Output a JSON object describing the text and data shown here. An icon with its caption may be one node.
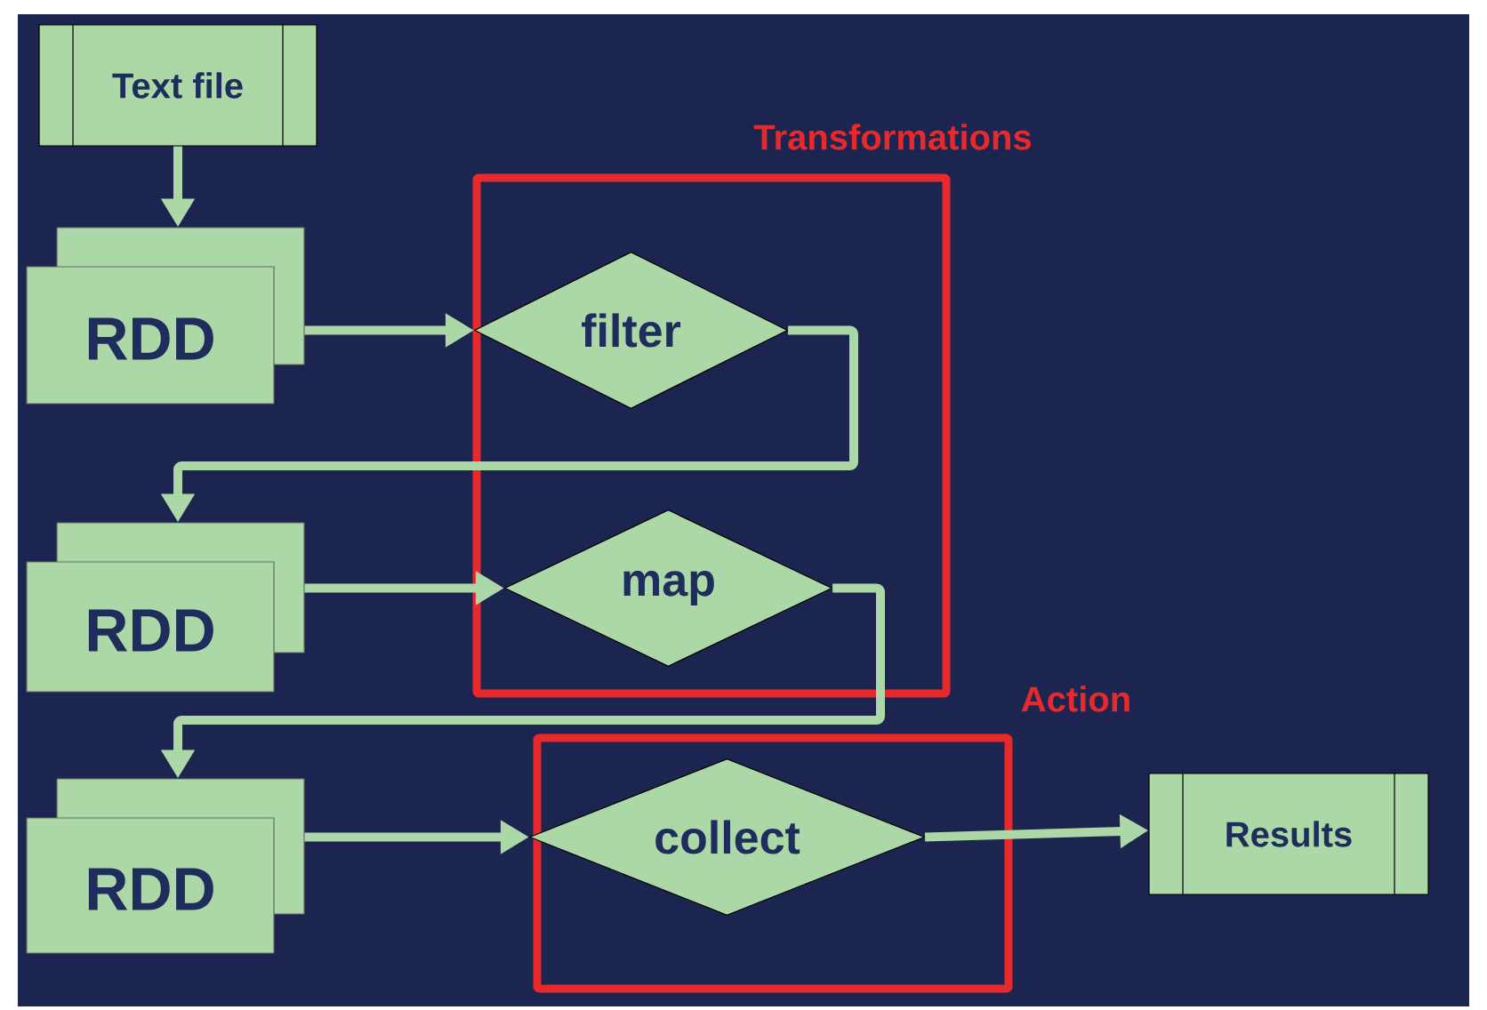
{
  "diagram": {
    "nodes": [
      {
        "text": [
          "Text file"
        ]
      },
      {
        "text": [
          "Transformations"
        ]
      },
      {
        "text": [
          "RDD"
        ]
      },
      {
        "text": [
          "filter"
        ],
        "in": 1
      },
      {
        "text": [
          "RDD"
        ]
      },
      {
        "text": [
          "map"
        ],
        "in": 1
      },
      {
        "text": [
          "Action"
        ]
      },
      {
        "text": [
          "RDD"
        ]
      },
      {
        "text": [
          "collect"
        ],
        "in": 6
      },
      {
        "text": [
          "Results"
        ]
      }
    ],
    "edges": [
      {
        "from": 0,
        "to": 2,
        "arrow": "to"
      },
      {
        "from": 2,
        "to": 3,
        "arrow": "to"
      },
      {
        "from": 3,
        "to": 4,
        "arrow": "to"
      },
      {
        "from": 4,
        "to": 5,
        "arrow": "to"
      },
      {
        "from": 5,
        "to": 7,
        "arrow": "to"
      },
      {
        "from": 7,
        "to": 8,
        "arrow": "to"
      },
      {
        "from": 8,
        "to": 9,
        "arrow": "to"
      }
    ]
  }
}
